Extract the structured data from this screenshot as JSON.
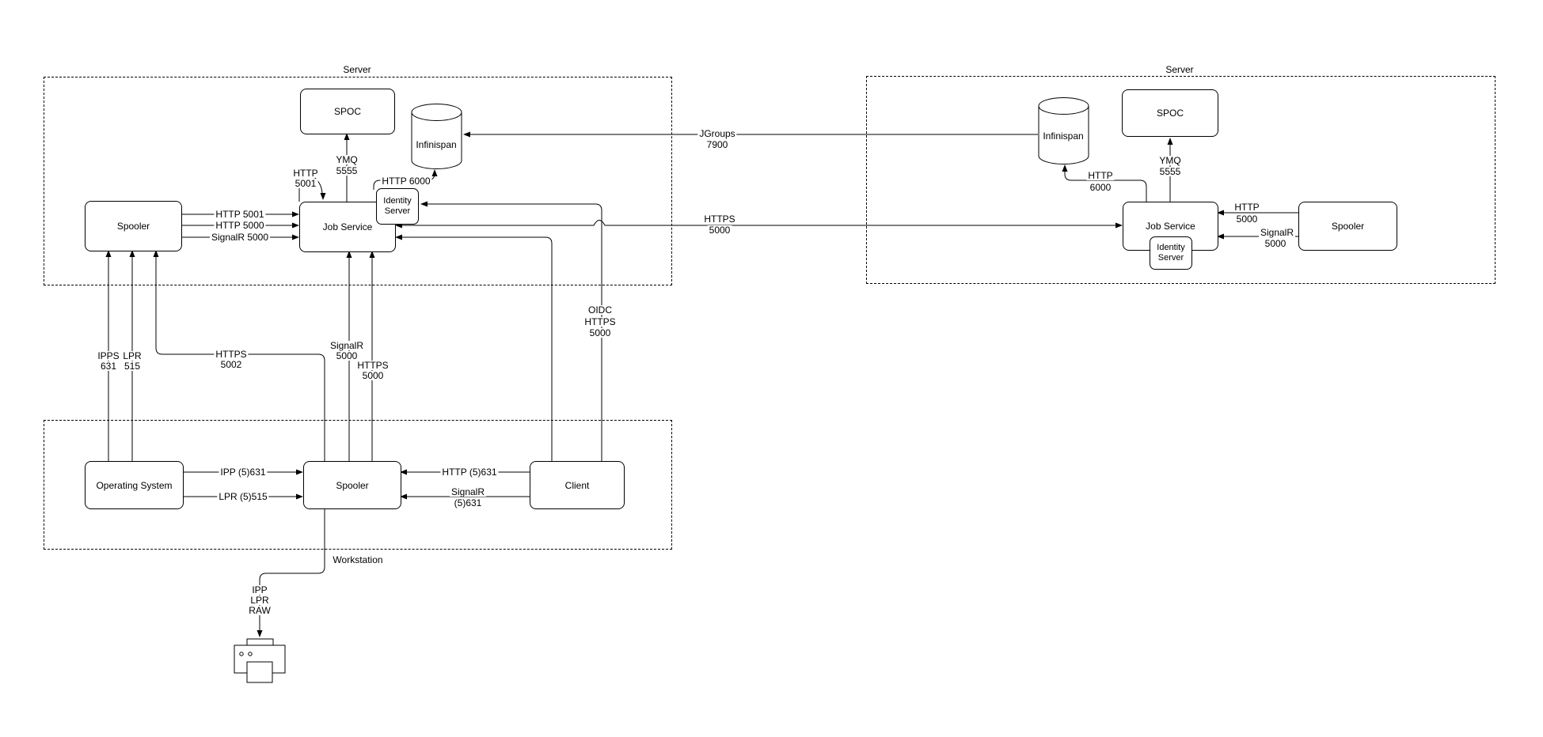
{
  "groups": {
    "server_left": {
      "label": "Server"
    },
    "server_right": {
      "label": "Server"
    },
    "workstation": {
      "label": "Workstation"
    }
  },
  "nodes": {
    "spoc_left": "SPOC",
    "infinispan_left": "Infinispan",
    "spooler_left": "Spooler",
    "job_service_left": "Job Service",
    "identity_left_line1": "Identity",
    "identity_left_line2": "Server",
    "spoc_right": "SPOC",
    "infinispan_right": "Infinispan",
    "job_service_right": "Job Service",
    "identity_right_line1": "Identity",
    "identity_right_line2": "Server",
    "spooler_right": "Spooler",
    "operating_system": "Operating System",
    "spooler_workstation": "Spooler",
    "client": "Client"
  },
  "edge_labels": {
    "http5001": "HTTP 5001",
    "http5000": "HTTP 5000",
    "signalr5000": "SignalR 5000",
    "ymq_left_1": "YMQ",
    "ymq_left_2": "5555",
    "http5001_port_1": "HTTP",
    "http5001_port_2": "5001",
    "http6000_left": "HTTP 6000",
    "jgroups_1": "JGroups",
    "jgroups_2": "7900",
    "https_link_1": "HTTPS",
    "https_link_2": "5000",
    "oidc_1": "OIDC",
    "oidc_2": "HTTPS",
    "oidc_3": "5000",
    "signalr_up_1": "SignalR",
    "signalr_up_2": "5000",
    "https_up_1": "HTTPS",
    "https_up_2": "5000",
    "ipps_1": "IPPS",
    "ipps_2": "631",
    "lpr_1": "LPR",
    "lpr_2": "515",
    "https5002_1": "HTTPS",
    "https5002_2": "5002",
    "ipp631": "IPP (5)631",
    "lpr515": "LPR (5)515",
    "http631": "HTTP (5)631",
    "signalr631_1": "SignalR",
    "signalr631_2": "(5)631",
    "printer_1": "IPP",
    "printer_2": "LPR",
    "printer_3": "RAW",
    "http5000_right_1": "HTTP",
    "http5000_right_2": "5000",
    "signalr_right_1": "SignalR",
    "signalr_right_2": "5000",
    "ymq_right_1": "YMQ",
    "ymq_right_2": "5555",
    "http6000_right_1": "HTTP",
    "http6000_right_2": "6000"
  }
}
